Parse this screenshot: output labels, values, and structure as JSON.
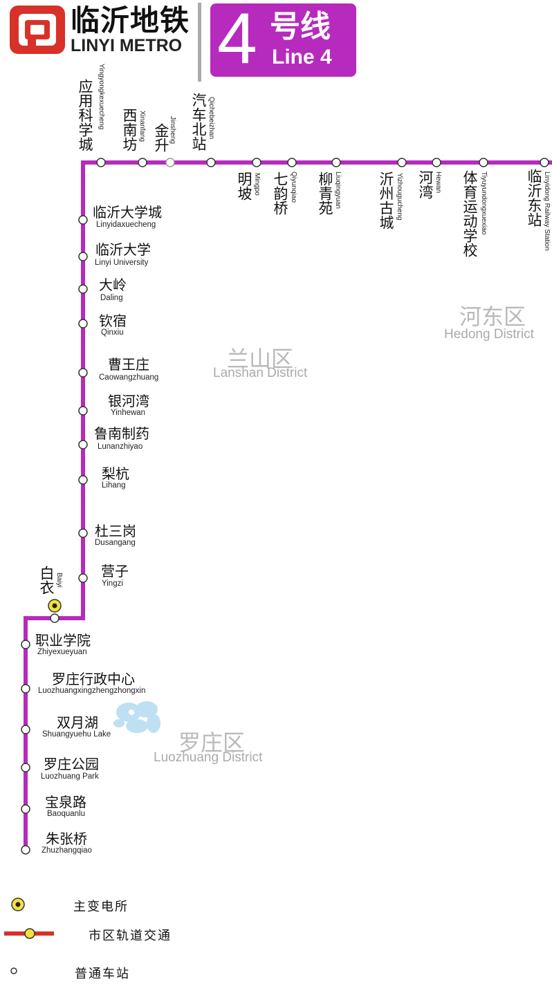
{
  "header": {
    "logo_cn": "临沂地铁",
    "logo_en": "LINYI METRO",
    "line_number": "4",
    "line_cn": "号线",
    "line_en": "Line 4",
    "line_color": "#b62bbd",
    "logo_color": "#d8312a"
  },
  "stations": {
    "top": [
      {
        "cn": "应用科学城",
        "en": "Yingyongkexuecheng"
      },
      {
        "cn": "西南坊",
        "en": "Xinanfang"
      },
      {
        "cn": "金升",
        "en": "Jinsheng"
      },
      {
        "cn": "汽车北站",
        "en": "Qichebeizhan"
      },
      {
        "cn": "明坡",
        "en": "Mingpo"
      },
      {
        "cn": "七韵桥",
        "en": "Qiyunqiao"
      },
      {
        "cn": "柳青苑",
        "en": "Liuqingyuan"
      },
      {
        "cn": "沂州古城",
        "en": "Yizhougucheng"
      },
      {
        "cn": "河湾",
        "en": "Hewan"
      },
      {
        "cn": "体育运动学校",
        "en": "Tiyuyundongxuexiao"
      },
      {
        "cn": "临沂东站",
        "en": "Linyidong Railway Station"
      }
    ],
    "vertical": [
      {
        "cn": "临沂大学城",
        "en": "Linyidaxuecheng"
      },
      {
        "cn": "临沂大学",
        "en": "Linyi University"
      },
      {
        "cn": "大岭",
        "en": "Daling"
      },
      {
        "cn": "钦宿",
        "en": "Qinxiu"
      },
      {
        "cn": "曹王庄",
        "en": "Caowangzhuang"
      },
      {
        "cn": "银河湾",
        "en": "Yinhewan"
      },
      {
        "cn": "鲁南制药",
        "en": "Lunanzhiyao"
      },
      {
        "cn": "梨杭",
        "en": "Lihang"
      },
      {
        "cn": "杜三岗",
        "en": "Dusangang"
      },
      {
        "cn": "营子",
        "en": "Yingzi"
      }
    ],
    "baiyi": {
      "cn": "白衣",
      "en": "Baiyi"
    },
    "lower": [
      {
        "cn": "职业学院",
        "en": "Zhiyexueyuan"
      },
      {
        "cn": "罗庄行政中心",
        "en": "Luozhuangxingzhengzhongxin"
      },
      {
        "cn": "双月湖",
        "en": "Shuangyuehu Lake"
      },
      {
        "cn": "罗庄公园",
        "en": "Luozhuang Park"
      },
      {
        "cn": "宝泉路",
        "en": "Baoquanlu"
      },
      {
        "cn": "朱张桥",
        "en": "Zhuzhangqiao"
      }
    ]
  },
  "districts": [
    {
      "cn": "河东区",
      "en": "Hedong District"
    },
    {
      "cn": "兰山区",
      "en": "Lanshan District"
    },
    {
      "cn": "罗庄区",
      "en": "Luozhuang District"
    }
  ],
  "legend": {
    "substation": "主变电所",
    "transit": "市区轨道交通",
    "station": "普通车站"
  },
  "colors": {
    "line": "#b62bbd",
    "substation_fill": "#f3e23c",
    "legend_line": "#d8312a",
    "lake": "#bfe0f2",
    "district_text": "#b3b3b3"
  }
}
